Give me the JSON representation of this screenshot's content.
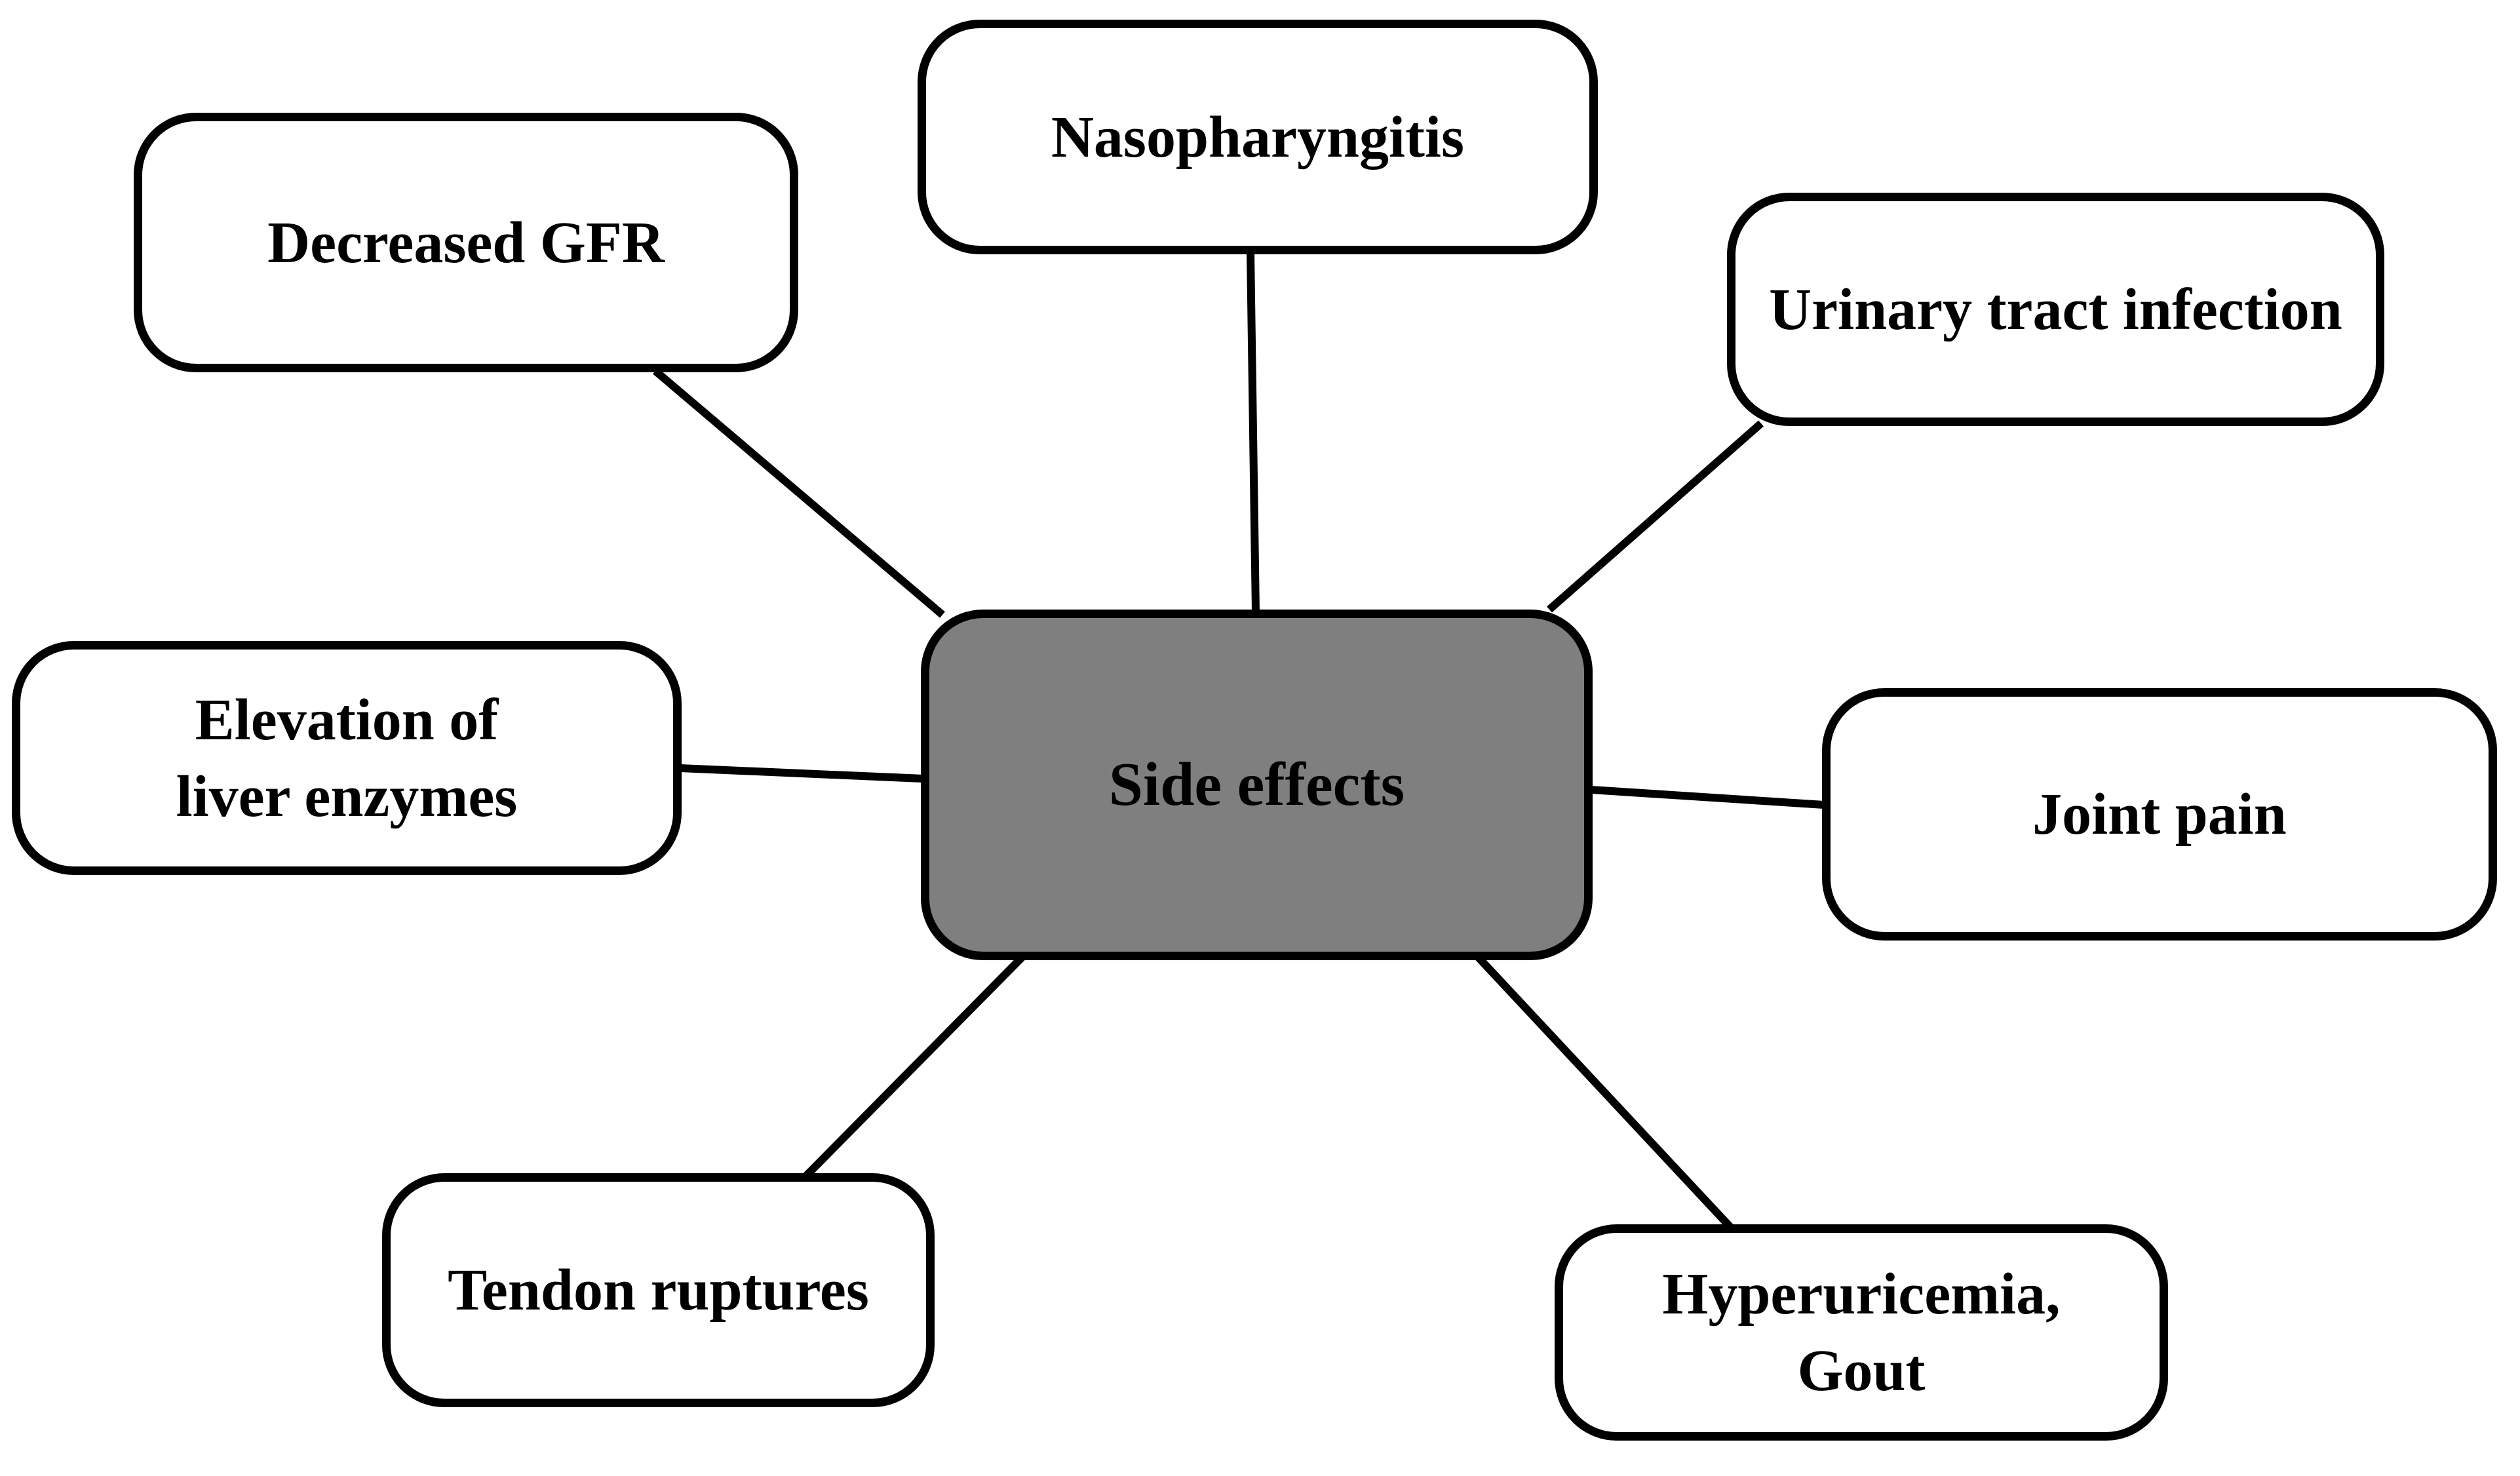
{
  "diagram": {
    "title_hidden": "",
    "center": {
      "id": "side-effects",
      "label": "Side effects",
      "fill_color": "#7f7f80",
      "border_color": "#000000",
      "text_color": "#000000"
    },
    "nodes": [
      {
        "id": "decreased-gfr",
        "label": "Decreased GFR"
      },
      {
        "id": "nasopharyngitis",
        "label": "Nasopharyngitis"
      },
      {
        "id": "urinary-tract-infection",
        "label": "Urinary tract infection"
      },
      {
        "id": "elevation-liver-enzymes",
        "label": "Elevation of\nliver enzymes"
      },
      {
        "id": "joint-pain",
        "label": "Joint pain"
      },
      {
        "id": "tendon-ruptures",
        "label": "Tendon ruptures"
      },
      {
        "id": "hyperuricemia-gout",
        "label": "Hyperuricemia,\nGout"
      }
    ],
    "connections": [
      {
        "from": "decreased-gfr",
        "to": "side-effects"
      },
      {
        "from": "nasopharyngitis",
        "to": "side-effects"
      },
      {
        "from": "urinary-tract-infection",
        "to": "side-effects"
      },
      {
        "from": "elevation-liver-enzymes",
        "to": "side-effects"
      },
      {
        "from": "joint-pain",
        "to": "side-effects"
      },
      {
        "from": "tendon-ruptures",
        "to": "side-effects"
      },
      {
        "from": "hyperuricemia-gout",
        "to": "side-effects"
      }
    ],
    "colors": {
      "background": "#ffffff",
      "node_fill": "#ffffff",
      "center_fill": "#7f7f80",
      "border": "#000000",
      "connector": "#000000"
    }
  }
}
